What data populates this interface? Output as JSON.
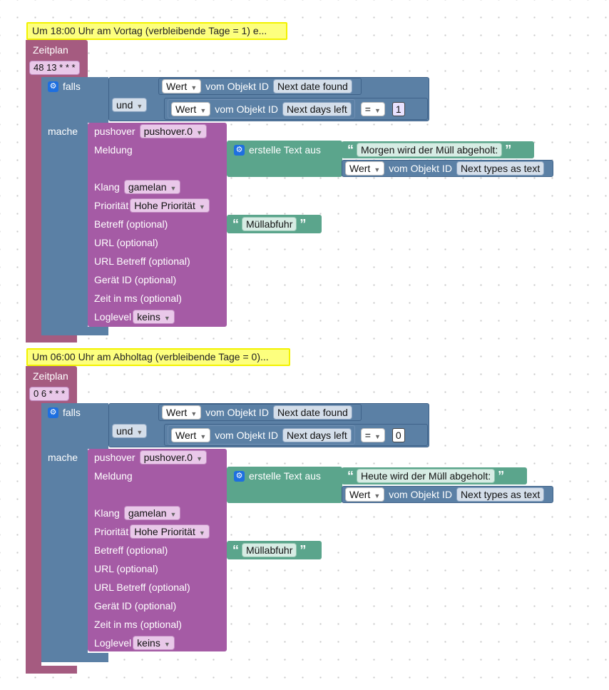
{
  "blocks": [
    {
      "comment": "Um 18:00 Uhr am Vortag (verbleibende Tage = 1) e...",
      "schedule_label": "Zeitplan",
      "cron": "48 13 * * *",
      "if_label": "falls",
      "do_label": "mache",
      "cond1": {
        "kind": "Wert",
        "of": "vom Objekt ID",
        "obj": "Next date found"
      },
      "and_label": "und",
      "cond2": {
        "kind": "Wert",
        "of": "vom Objekt ID",
        "obj": "Next days left",
        "op": "=",
        "num": "1"
      },
      "push": {
        "label": "pushover",
        "instance": "pushover.0",
        "msg_label": "Meldung",
        "create_text": "erstelle Text aus",
        "text1": "Morgen wird der Müll abgeholt:",
        "text2_kind": "Wert",
        "text2_of": "vom Objekt ID",
        "text2_obj": "Next types as text",
        "sound_label": "Klang",
        "sound": "gamelan",
        "prio_label": "Priorität",
        "prio": "Hohe Priorität",
        "subject_label": "Betreff (optional)",
        "subject": "Müllabfuhr",
        "url_label": "URL (optional)",
        "url_title_label": "URL Betreff (optional)",
        "device_label": "Gerät ID (optional)",
        "time_label": "Zeit in ms (optional)",
        "log_label": "Loglevel",
        "log": "keins"
      }
    },
    {
      "comment": "Um 06:00 Uhr am Abholtag (verbleibende Tage = 0)...",
      "schedule_label": "Zeitplan",
      "cron": "0 6 * * *",
      "if_label": "falls",
      "do_label": "mache",
      "cond1": {
        "kind": "Wert",
        "of": "vom Objekt ID",
        "obj": "Next date found"
      },
      "and_label": "und",
      "cond2": {
        "kind": "Wert",
        "of": "vom Objekt ID",
        "obj": "Next days left",
        "op": "=",
        "num": "0"
      },
      "push": {
        "label": "pushover",
        "instance": "pushover.0",
        "msg_label": "Meldung",
        "create_text": "erstelle Text aus",
        "text1": "Heute wird der Müll abgeholt:",
        "text2_kind": "Wert",
        "text2_of": "vom Objekt ID",
        "text2_obj": "Next types as text",
        "sound_label": "Klang",
        "sound": "gamelan",
        "prio_label": "Priorität",
        "prio": "Hohe Priorität",
        "subject_label": "Betreff (optional)",
        "subject": "Müllabfuhr",
        "url_label": "URL (optional)",
        "url_title_label": "URL Betreff (optional)",
        "device_label": "Gerät ID (optional)",
        "time_label": "Zeit in ms (optional)",
        "log_label": "Loglevel",
        "log": "keins"
      }
    }
  ],
  "icons": {
    "gear": "gear-icon",
    "dropdown": "dropdown-arrow-icon",
    "quote_open": "open-quote-icon",
    "quote_close": "close-quote-icon"
  }
}
